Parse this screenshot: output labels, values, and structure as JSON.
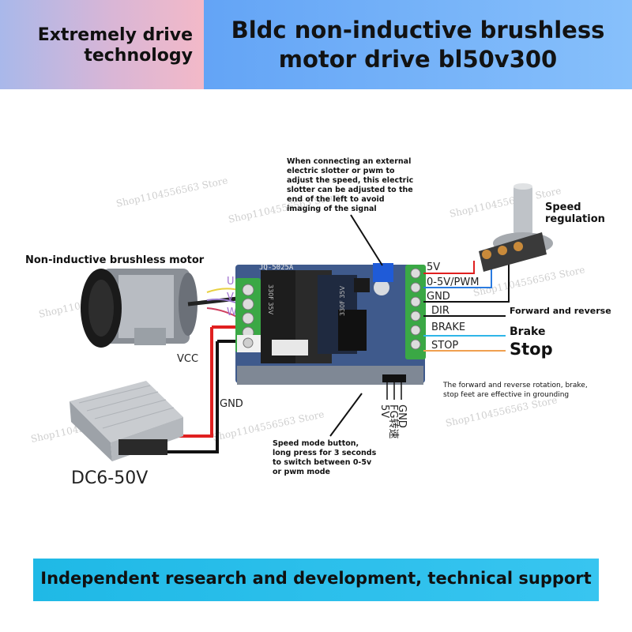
{
  "header": {
    "left_line1": "Extremely drive",
    "left_line2": "technology",
    "title_line1": "Bldc non-inductive brushless",
    "title_line2": "motor drive bl50v300"
  },
  "annotations": {
    "external_line1": "When connecting an external",
    "external_line2": "electric slotter or pwm to",
    "external_line3": "adjust the speed, this electric",
    "external_line4": "slotter can be adjusted to the",
    "external_line5": "end of the left to avoid",
    "external_line6": "imaging of the signal",
    "speed_reg_line1": "Speed",
    "speed_reg_line2": "regulation",
    "motor": "Non-inductive brushless motor",
    "forward_reverse": "Forward and reverse",
    "brake": "Brake",
    "stop": "Stop",
    "grounding_line1": "The forward and reverse rotation, brake,",
    "grounding_line2": "stop feet are effective in grounding",
    "mode_line1": "Speed mode button,",
    "mode_line2": "long press for 3 seconds",
    "mode_line3": "to switch between 0-5v",
    "mode_line4": "or pwm mode"
  },
  "terminals": {
    "u": "U",
    "v": "V",
    "w": "W",
    "v5": "5V",
    "pwm": "0-5V/PWM",
    "gnd": "GND",
    "dir": "DIR",
    "brake": "BRAKE",
    "stop": "STOP",
    "vcc": "VCC",
    "power_gnd": "GND",
    "bottom_gnd": "GND",
    "bottom_fg": "FG转速",
    "bottom_5v": "5V"
  },
  "power_supply": "DC6-50V",
  "board": {
    "model": "JQ-5025A",
    "cap1": "330F 35V",
    "cap2": "330F 35V"
  },
  "watermark": "Shop1104556563 Store",
  "footer": "Independent research and development, technical support",
  "colors": {
    "wire_red": "#e02020",
    "wire_black": "#111111",
    "wire_blue": "#2a7be0",
    "wire_orange": "#f0a050",
    "wire_cyan": "#2fb5e8",
    "terminal_green": "#3aa845",
    "board_blue": "#3f5a8c",
    "header_blue": "#72b0f8",
    "footer_cyan": "#26bdea"
  }
}
